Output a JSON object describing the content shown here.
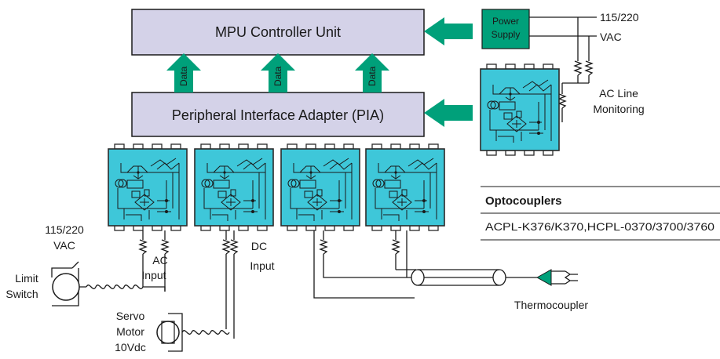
{
  "colors": {
    "arrow": "#00a07a",
    "chip_fill": "#3ec7d9",
    "block_fill": "#d4d2e8",
    "power_supply_fill": "#00a07a"
  },
  "blocks": {
    "mpu": "MPU Controller Unit",
    "pia": "Peripheral Interface Adapter (PIA)"
  },
  "data_arrow_label": "Data",
  "power_supply": {
    "line1": "Power",
    "line2": "Supply"
  },
  "mains": {
    "line1": "115/220",
    "line2": "VAC"
  },
  "ac_line": {
    "line1": "AC Line",
    "line2": "Monitoring"
  },
  "optocouplers": {
    "heading": "Optocouplers",
    "parts": "ACPL-K376/K370,HCPL-0370/3700/3760"
  },
  "left_mains": {
    "line1": "115/220",
    "line2": "VAC"
  },
  "limit_switch": {
    "line1": "Limit",
    "line2": "Switch"
  },
  "ac_input": {
    "line1": "AC",
    "line2": "Input"
  },
  "dc_input": {
    "line1": "DC",
    "line2": "Input"
  },
  "servo": {
    "line1": "Servo",
    "line2": "Motor",
    "line3": "10Vdc"
  },
  "thermocoupler": "Thermocoupler"
}
